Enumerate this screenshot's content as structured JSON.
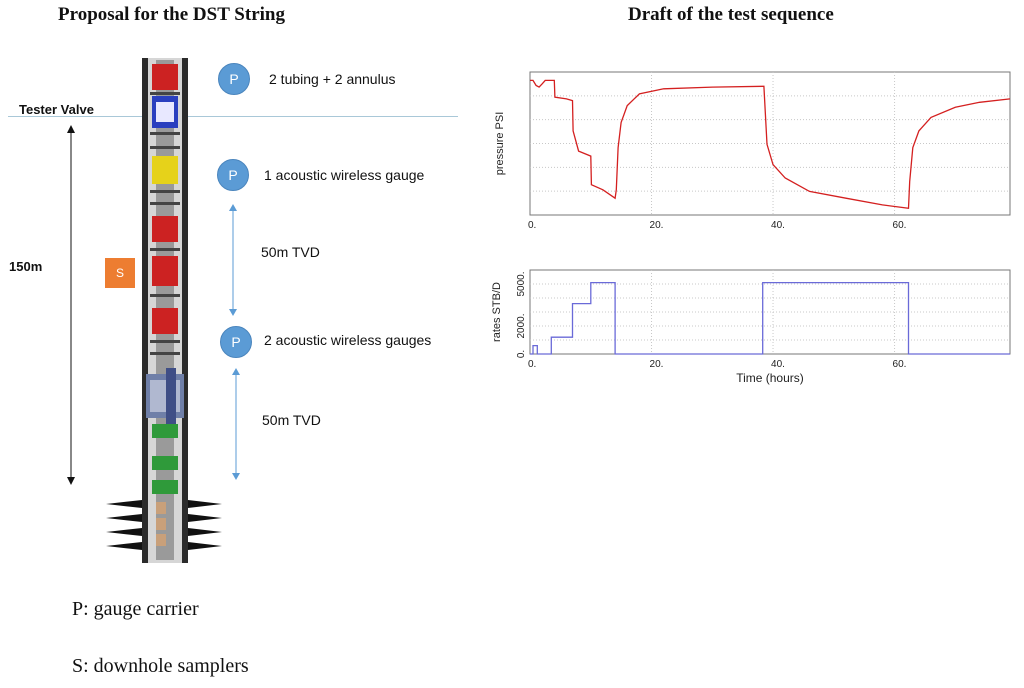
{
  "titles": {
    "left": "Proposal for the DST String",
    "right": "Draft of the test sequence"
  },
  "well": {
    "tester_valve_label": "Tester Valve",
    "length_label": "150m",
    "sampler_badge": "S",
    "gauge_badge": "P",
    "gauges": [
      {
        "badge": "P",
        "label": "2 tubing + 2 annulus"
      },
      {
        "badge": "P",
        "label": "1 acoustic wireless gauge"
      },
      {
        "badge": "P",
        "label": "2 acoustic wireless gauges"
      }
    ],
    "spacings": [
      "50m TVD",
      "50m TVD"
    ]
  },
  "legend": {
    "p": "P: gauge carrier",
    "s": "S: downhole samplers"
  },
  "colors": {
    "pressure_line": "#d42020",
    "rate_line": "#6a6ad8",
    "badge_blue": "#5b9bd5",
    "sampler_orange": "#ed7d31",
    "divider": "#a9c8d8"
  },
  "chart_data": [
    {
      "type": "line",
      "xlabel": "",
      "ylabel": "pressure PSI",
      "xlim": [
        0,
        79
      ],
      "x_ticks": [
        "0.",
        "20.",
        "40.",
        "60."
      ],
      "grid": true,
      "series": [
        {
          "x": [
            0,
            0.5,
            1,
            1.5,
            2,
            2.5,
            4,
            4.1,
            6,
            7,
            7.1,
            8,
            10,
            10.1,
            12,
            14,
            14.2,
            14.5,
            15,
            16,
            18,
            22,
            30,
            38.4,
            38.5,
            39,
            40,
            42,
            46,
            52,
            58,
            62.3,
            62.5,
            63,
            64,
            66,
            70,
            74,
            79
          ],
          "y": [
            100,
            100,
            97,
            96,
            98,
            100,
            100,
            90,
            89,
            88,
            70,
            58,
            55,
            38,
            35,
            30,
            35,
            60,
            75,
            85,
            92,
            95,
            96,
            96.5,
            96.5,
            62,
            50,
            42,
            34,
            30,
            26,
            24,
            40,
            60,
            70,
            78,
            84,
            87,
            89
          ]
        }
      ]
    },
    {
      "type": "line",
      "xlabel": "Time (hours)",
      "ylabel": "rates STB/D",
      "xlim": [
        0,
        79
      ],
      "ylim": [
        0,
        6000
      ],
      "x_ticks": [
        "0.",
        "20.",
        "40.",
        "60."
      ],
      "y_ticks": [
        "0.",
        "2000.",
        "5000."
      ],
      "grid": true,
      "series": [
        {
          "x": [
            0,
            0.5,
            0.5,
            1.2,
            1.2,
            3.5,
            3.5,
            7,
            7,
            10,
            10,
            14,
            14,
            38.3,
            38.3,
            62.3,
            62.3,
            79
          ],
          "y": [
            0,
            0,
            600,
            600,
            0,
            0,
            1200,
            1200,
            3600,
            3600,
            5100,
            5100,
            0,
            0,
            5100,
            5100,
            0,
            0
          ]
        }
      ]
    }
  ]
}
